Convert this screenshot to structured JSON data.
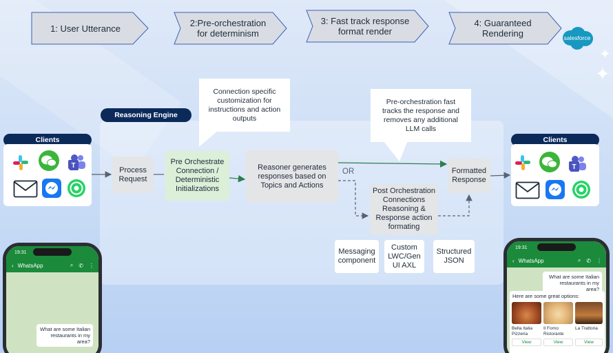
{
  "steps": [
    {
      "label": "1: User Utterance"
    },
    {
      "label": "2:Pre-orchestration\nfor determinism"
    },
    {
      "label": "3: Fast track response\nformat render"
    },
    {
      "label": "4: Guaranteed\nRendering"
    }
  ],
  "logo": {
    "text": "salesforce"
  },
  "engine": {
    "title": "Reasoning Engine"
  },
  "callouts": {
    "connection": "Connection specific\ncustomization for\ninstructions and action\noutputs",
    "fast_track": "Pre-orchestration fast\ntracks the response and\nremoves any additional\nLLM calls"
  },
  "boxes": {
    "process_request": "Process\nRequest",
    "pre_orchestrate": "Pre Orchestrate\nConnection /\nDeterministic\nInitializations",
    "reasoner": "Reasoner generates\nresponses based on\nTopics and Actions",
    "formatted": "Formatted\nResponse",
    "post_orchestration": "Post Orchestration\nConnections\nReasoning &\nResponse action\nformating",
    "or": "OR"
  },
  "formats": [
    "Messaging\ncomponent",
    "Custom\nLWC/Gen\nUI AXL",
    "Structured\nJSON"
  ],
  "clients": {
    "left_title": "Clients",
    "right_title": "Clients",
    "icons": [
      "slack-icon",
      "wechat-icon",
      "teams-icon",
      "mail-icon",
      "messenger-icon",
      "whatsapp-icon"
    ]
  },
  "phone_left": {
    "time": "19:31",
    "app": "WhatsApp",
    "message": "What are some Italian\nrestaurants in my area?"
  },
  "phone_right": {
    "time": "19:31",
    "app": "WhatsApp",
    "message": "What are some Italian\nrestaurants in my area?",
    "reply": "Here are some great options:",
    "cards": [
      {
        "name": "Bella Italia\nPizzeria",
        "button": "View"
      },
      {
        "name": "Il Forno\nRistorante",
        "button": "View"
      },
      {
        "name": "La Trattoria",
        "button": "View"
      }
    ]
  },
  "colors": {
    "navy": "#0b2a5a",
    "step_fill": "#d9dde3",
    "step_border": "#3b5fb5",
    "green_box": "#dcefd8",
    "gray_box": "#e4e5e7",
    "arrow_green": "#2e7d4f",
    "salesforce_blue": "#1798c1",
    "whatsapp_green": "#1b8a3b"
  }
}
